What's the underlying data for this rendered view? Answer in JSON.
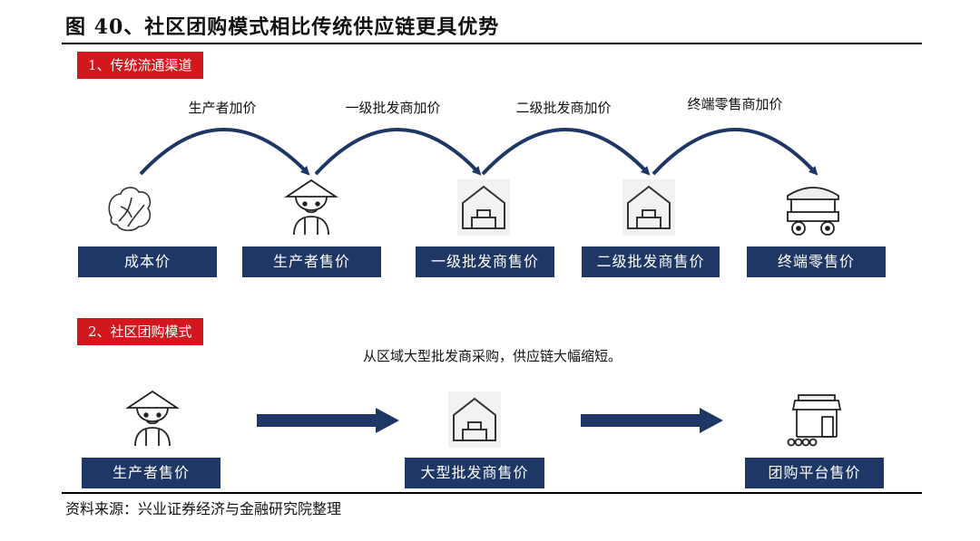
{
  "title": "图 40、社区团购模式相比传统供应链更具优势",
  "section1": {
    "tag": "1、传统流通渠道",
    "arc_labels": [
      "生产者加价",
      "一级批发商加价",
      "二级批发商加价",
      "终端零售商加价"
    ],
    "boxes": [
      "成本价",
      "生产者售价",
      "一级批发商售价",
      "二级批发商售价",
      "终端零售价"
    ]
  },
  "section2": {
    "tag": "2、社区团购模式",
    "note": "从区域大型批发商采购，供应链大幅缩短。",
    "boxes": [
      "生产者售价",
      "大型批发商售价",
      "团购平台售价"
    ]
  },
  "source": "资料来源：兴业证券经济与金融研究院整理",
  "colors": {
    "navy": "#1e3764",
    "red": "#d2171d",
    "arrow": "#1e3764"
  },
  "icons": [
    "cabbage-icon",
    "farmer-icon",
    "warehouse-icon",
    "warehouse-icon",
    "food-cart-icon",
    "farmer-icon",
    "warehouse-icon",
    "storefront-icon"
  ]
}
